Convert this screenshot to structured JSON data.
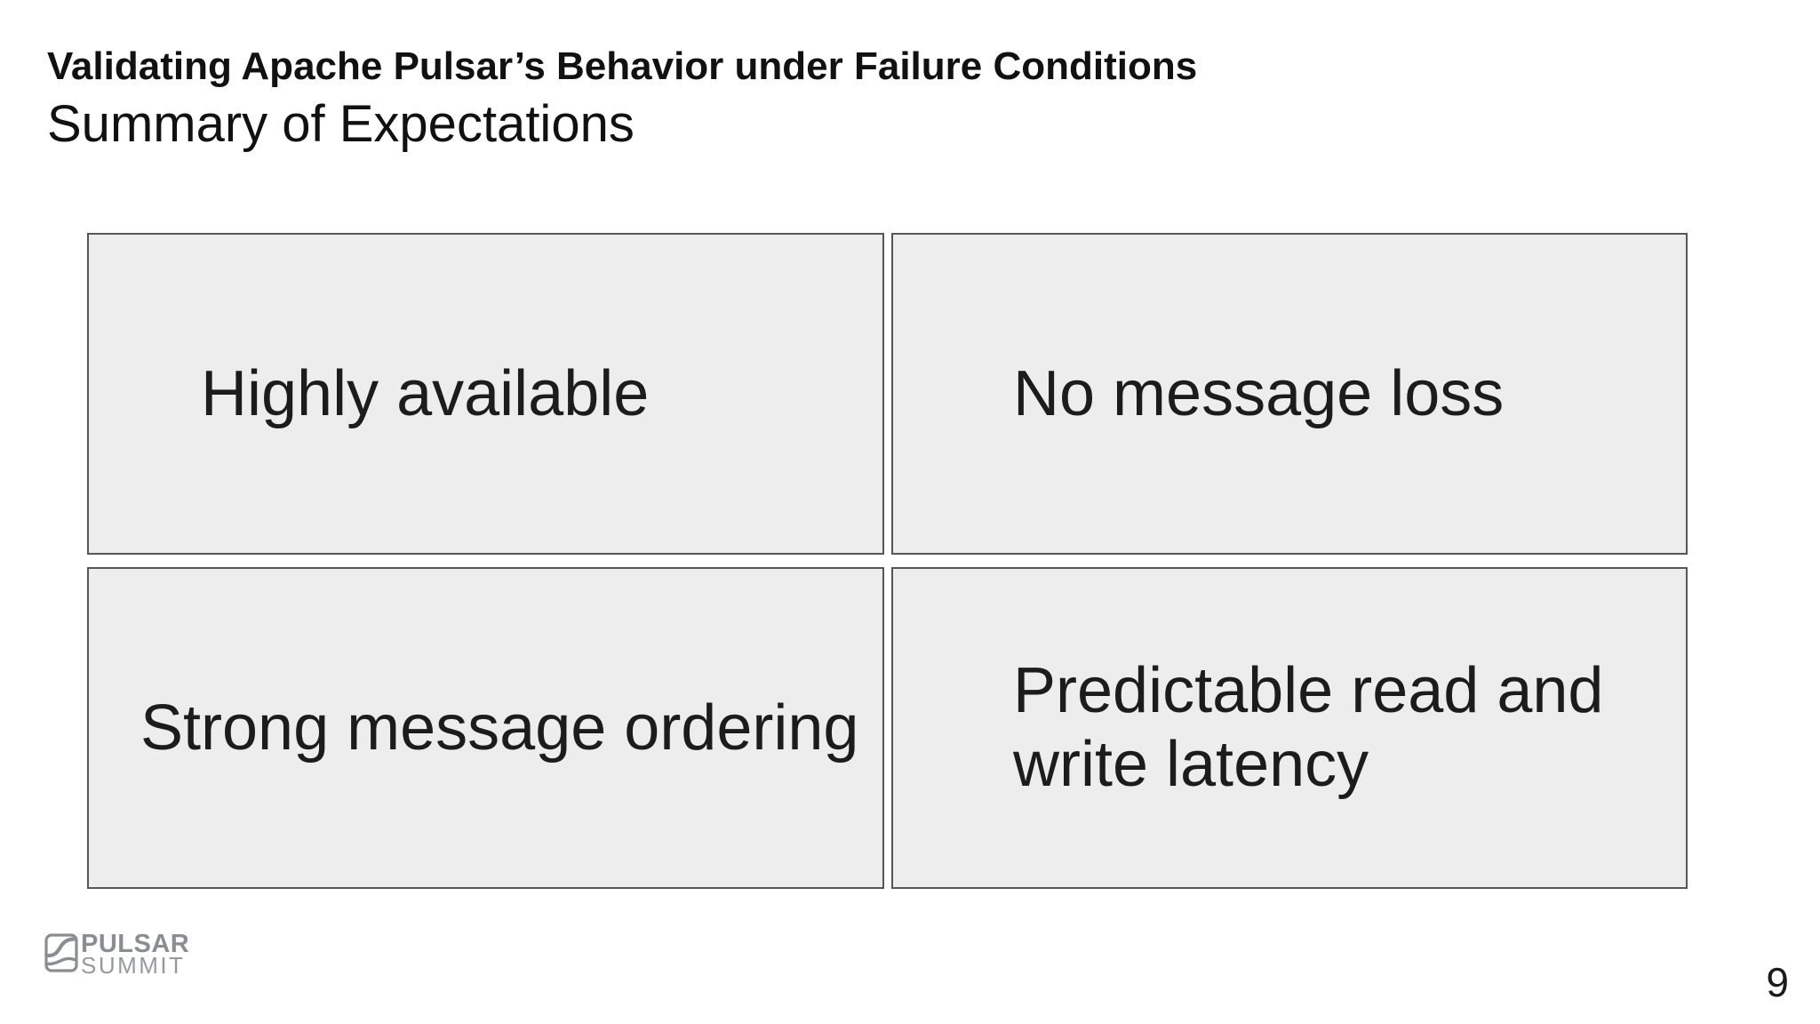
{
  "slide": {
    "kicker": "Validating Apache Pulsar’s Behavior under Failure Conditions",
    "title": "Summary of Expectations",
    "boxes": [
      {
        "label": "Highly available"
      },
      {
        "label": "No message loss"
      },
      {
        "label": "Strong message ordering"
      },
      {
        "label": "Predictable read and\nwrite latency"
      }
    ],
    "footer": {
      "logo_line1": "PULSAR",
      "logo_line2": "SUMMIT",
      "page_number": "9"
    },
    "colors": {
      "box_fill": "#ededed",
      "box_border": "#565656",
      "logo_gray": "#8a8e93",
      "text": "#1b1b1b",
      "background": "#ffffff"
    }
  }
}
